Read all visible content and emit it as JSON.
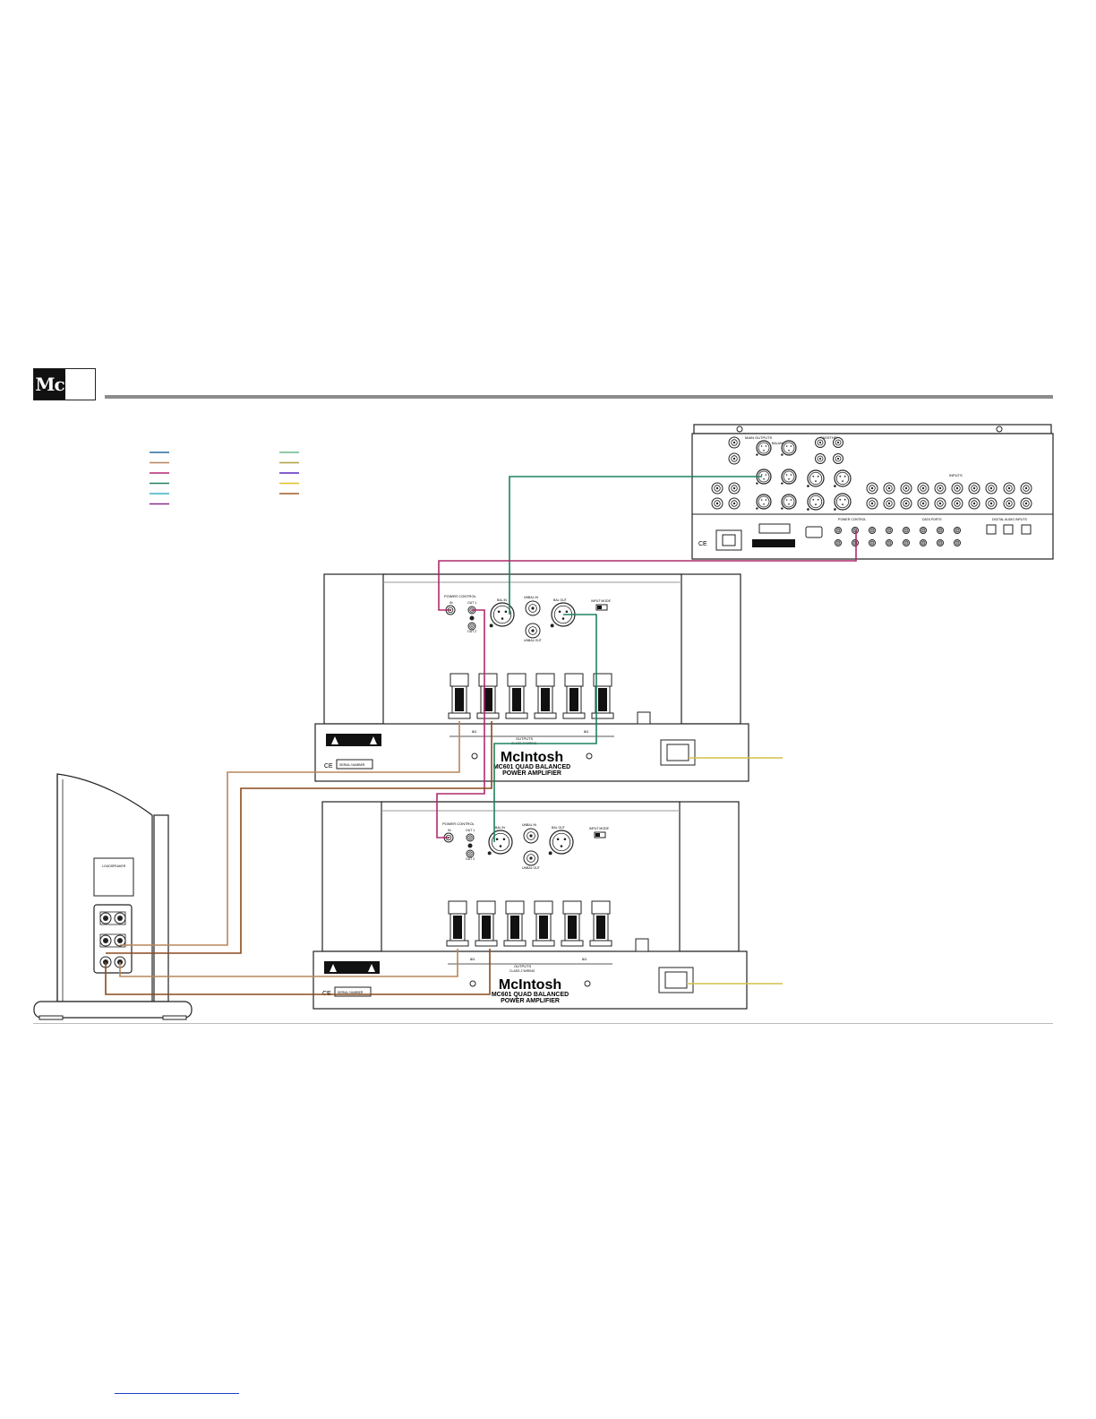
{
  "logo": {
    "text": "Mc"
  },
  "colors": {
    "green": "#1f8060",
    "magenta": "#b02a6e",
    "brown": "#8a4a1c",
    "tan": "#b8855a",
    "yellow": "#d4c04a",
    "teal": "#2a8a90",
    "blue": "#2a6aa0",
    "cyan": "#3ab0c0",
    "purple": "#8a2a8a",
    "light_green": "#6aba8a",
    "olive": "#b0a040",
    "violet": "#5a2ac0",
    "gold": "#e0c020",
    "rust": "#a05a2a"
  },
  "legend": {
    "left": [
      "#2a6aa0",
      "#b8855a",
      "#b02a6e",
      "#1f8060",
      "#3ab0c0",
      "#8a2a8a"
    ],
    "right": [
      "#6aba8a",
      "#b0a040",
      "#5a2ac0",
      "#e0c020",
      "#a05a2a"
    ]
  },
  "preamp": {
    "main_outputs": "MAIN OUTPUTS",
    "passthrough": "PASSTHRU",
    "inputs": "INPUTS",
    "power_control": "POWER CONTROL",
    "data_ports": "DATA PORTS",
    "digital_audio_inputs": "DIGITAL AUDIO INPUTS",
    "balanced": "BALANCED"
  },
  "amp_top": {
    "power_control": "POWER CONTROL",
    "in": "IN",
    "out1": "OUT 1",
    "out2": "OUT 2",
    "bal_in": "BAL IN",
    "unbal_in": "UNBAL IN",
    "bal_out": "BAL OUT",
    "unbal_out": "UNBAL OUT",
    "input_mode": "INPUT MODE",
    "ohm_left": "8Ω",
    "ohm_right": "8Ω",
    "outputs": "OUTPUTS",
    "class2": "CLASS 2 WIRING",
    "brand": "McIntosh",
    "model": "MC601 QUAD BALANCED",
    "type": "POWER AMPLIFIER",
    "serial": "SERIAL NUMBER"
  },
  "amp_bottom": {
    "power_control": "POWER CONTROL",
    "in": "IN",
    "out1": "OUT 1",
    "out2": "OUT 2",
    "bal_in": "BAL IN",
    "unbal_in": "UNBAL IN",
    "bal_out": "BAL OUT",
    "unbal_out": "UNBAL OUT",
    "input_mode": "INPUT MODE",
    "ohm_left": "8Ω",
    "ohm_right": "8Ω",
    "outputs": "OUTPUTS",
    "class2": "CLASS 2 WIRING",
    "brand": "McIntosh",
    "model": "MC601 QUAD BALANCED",
    "type": "POWER AMPLIFIER",
    "serial": "SERIAL NUMBER"
  },
  "speaker": {
    "label": "LOUDSPEAKER"
  }
}
